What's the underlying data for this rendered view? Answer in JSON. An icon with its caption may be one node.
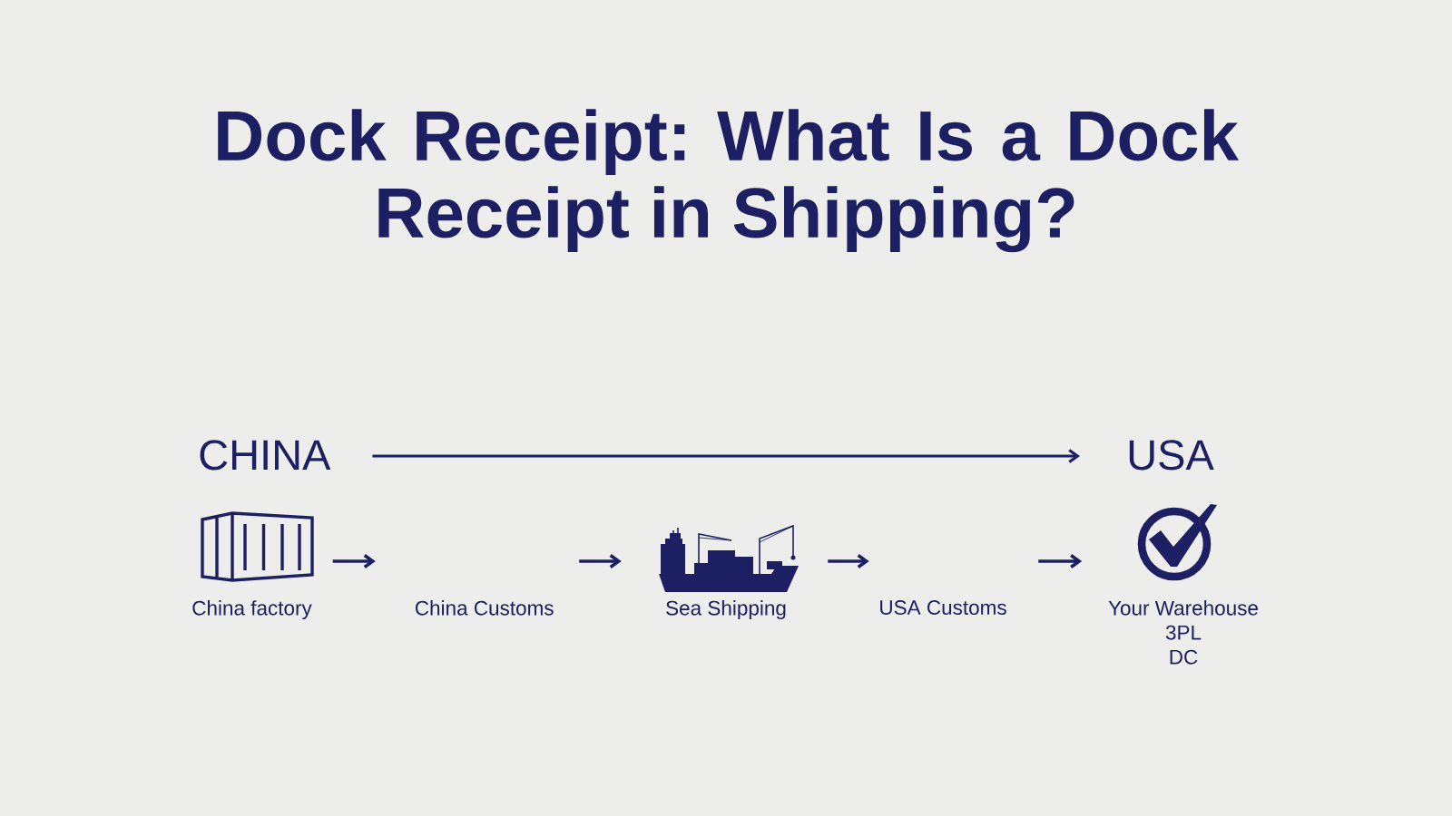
{
  "diagram": {
    "title": "Dock Receipt: What Is a Dock Receipt in Shipping?",
    "nodes": [
      {
        "text": [
          "CHINA"
        ]
      },
      {
        "text": [
          "USA"
        ]
      },
      {
        "text": [
          "China factory"
        ]
      },
      {
        "text": [
          "China Customs"
        ]
      },
      {
        "text": [
          "Sea Shipping"
        ]
      },
      {
        "text": [
          "USA Customs"
        ]
      },
      {
        "text": [
          "Your Warehouse",
          "3PL",
          "DC"
        ]
      }
    ],
    "edges": [
      {
        "from": 0,
        "to": 1,
        "arrow": "to"
      },
      {
        "from": 2,
        "to": 3,
        "arrow": "to"
      },
      {
        "from": 3,
        "to": 4,
        "arrow": "to"
      },
      {
        "from": 4,
        "to": 5,
        "arrow": "to"
      },
      {
        "from": 5,
        "to": 6,
        "arrow": "to"
      }
    ]
  }
}
